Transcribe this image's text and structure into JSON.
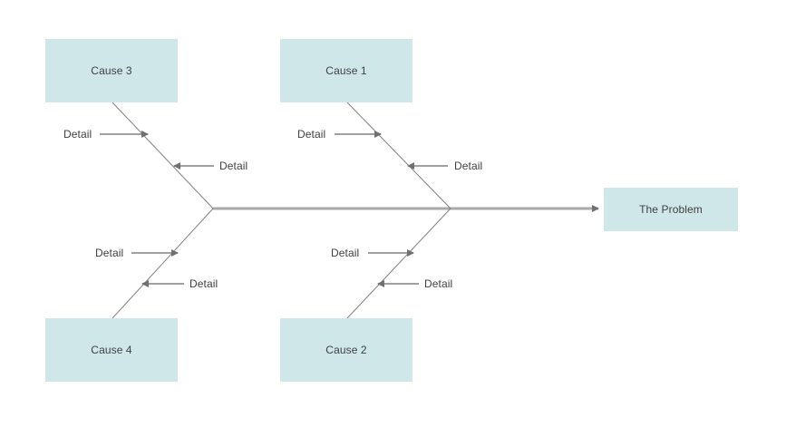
{
  "diagram": {
    "type": "fishbone-ishikawa",
    "colors": {
      "box_fill": "#cfe7e8",
      "text": "#404040",
      "spine_line": "#a9a9a9",
      "bone_line": "#808080",
      "detail_arrow": "#a0a0a0"
    },
    "problem": {
      "label": "The Problem"
    },
    "causes": [
      {
        "id": "cause-1",
        "label": "Cause 1",
        "position": "top-right"
      },
      {
        "id": "cause-2",
        "label": "Cause 2",
        "position": "bottom-right"
      },
      {
        "id": "cause-3",
        "label": "Cause 3",
        "position": "top-left"
      },
      {
        "id": "cause-4",
        "label": "Cause 4",
        "position": "bottom-left"
      }
    ],
    "details": [
      {
        "id": "detail-c3-a",
        "label": "Detail",
        "cause": "Cause 3",
        "side": "left"
      },
      {
        "id": "detail-c3-b",
        "label": "Detail",
        "cause": "Cause 3",
        "side": "right"
      },
      {
        "id": "detail-c1-a",
        "label": "Detail",
        "cause": "Cause 1",
        "side": "left"
      },
      {
        "id": "detail-c1-b",
        "label": "Detail",
        "cause": "Cause 1",
        "side": "right"
      },
      {
        "id": "detail-c4-a",
        "label": "Detail",
        "cause": "Cause 4",
        "side": "left"
      },
      {
        "id": "detail-c4-b",
        "label": "Detail",
        "cause": "Cause 4",
        "side": "right"
      },
      {
        "id": "detail-c2-a",
        "label": "Detail",
        "cause": "Cause 2",
        "side": "left"
      },
      {
        "id": "detail-c2-b",
        "label": "Detail",
        "cause": "Cause 2",
        "side": "right"
      }
    ]
  }
}
